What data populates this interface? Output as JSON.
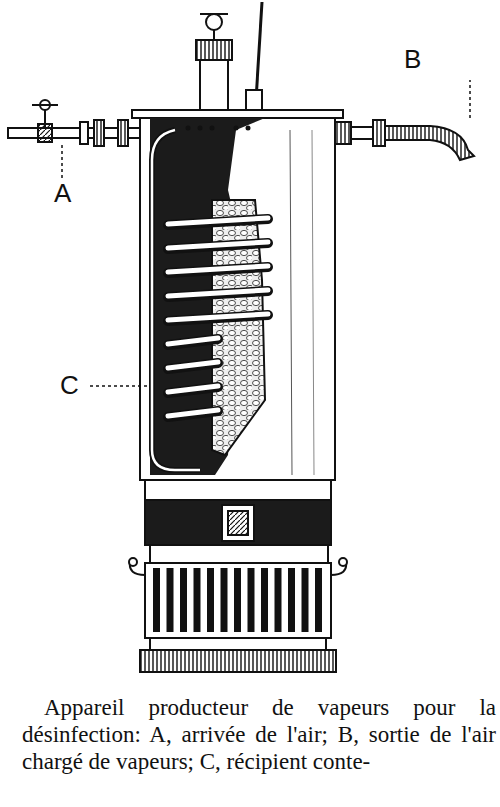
{
  "diagram": {
    "caption": "Appareil producteur de vapeurs pour la désinfection: A, arrivée de l'air; B, sortie de l'air chargé de vapeurs; C, récipient conte-",
    "labels": [
      "A",
      "B",
      "C"
    ]
  }
}
